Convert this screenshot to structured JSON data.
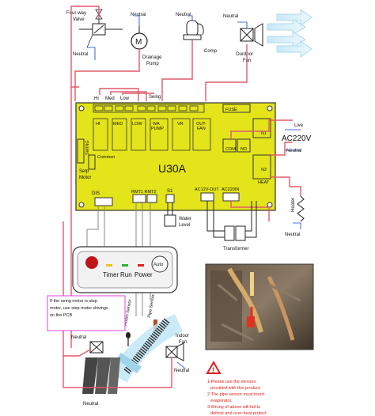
{
  "top": {
    "four_way_valve": "Four-way\nValve",
    "neutral": "Neutral",
    "drainage_pump": "Drainage\nPump",
    "comp": "Comp",
    "outdoor_fan": "Ourdoor\nFan"
  },
  "pcb": {
    "title": "U30A",
    "wires_top": [
      "Hi",
      "Med",
      "Low",
      "Seing"
    ],
    "fuse": "FUSE",
    "relays": [
      "HI",
      "MED",
      "LOW",
      "WA\nPUMP",
      "VR",
      "OUT-\nFAN"
    ],
    "common": "Common",
    "swing": "SWING",
    "setp_motor": "Setp\nMotor",
    "dis": "DIS",
    "rmt": "RMT1 RMT2",
    "s1": "S1",
    "ac12v_out": "AC12V-OUT",
    "ac220in": "AC220IN",
    "n1": "N1",
    "n2": "N2",
    "heat": "HEAT",
    "com": "COM",
    "nc": "NO"
  },
  "right": {
    "live": "Live",
    "ac220v": "AC220V",
    "neutral": "Neutral",
    "heater": "Heater",
    "transformer": "Transformer",
    "water_level": "Water\nLevel"
  },
  "display": {
    "auto": "Auto",
    "timer": "Timer",
    "run": "Run",
    "power": "Power"
  },
  "sensors": {
    "room": "Room Sensor",
    "pipe": "Pipe Sensor"
  },
  "bottom": {
    "note": "If the seing motor is step motor, use step motor drivings on the PCB",
    "neutral": "Neutral",
    "indoor_fan": "Indoor\nFan",
    "warnings": [
      "1.Please use the sensors provided with this  product.",
      "2.The pipe sensor must touch evaporator.",
      "3.Wrong of above will fail to defrost and over-heat protect ."
    ]
  },
  "colors": {
    "pcb": "#e4e41a",
    "wire_red": "#e05a6a",
    "wire_blue": "#4a6fd8",
    "warning": "#e0201a"
  }
}
